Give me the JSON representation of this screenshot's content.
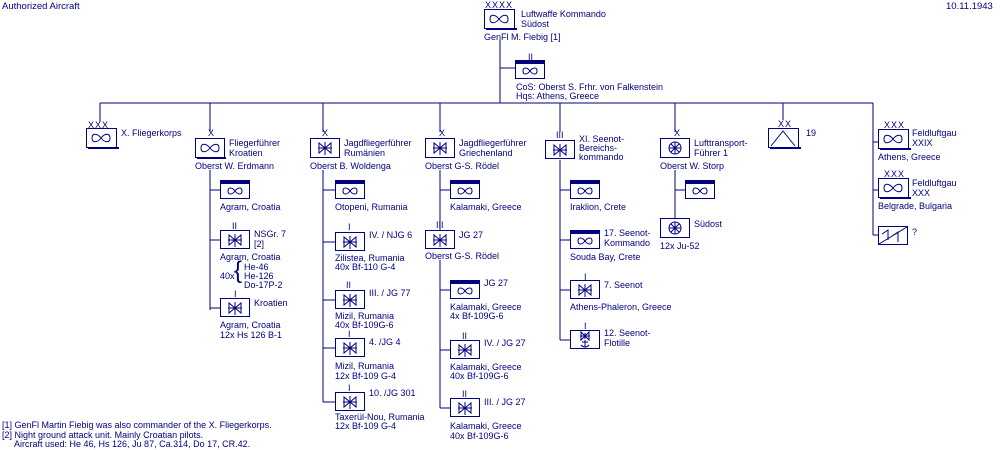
{
  "header": {
    "left": "Authorized Aircraft",
    "right": "10.11.1943"
  },
  "root": {
    "size": "XXXX",
    "name1": "Luftwaffe Kommando",
    "name2": "Südost",
    "cmd": "GenFl   M. Fiebig  [1]"
  },
  "staff": {
    "size": "II",
    "cos": "CoS:  Oberst  S. Frhr. von Falkenstein",
    "hqs": "Hqs:  Athens, Greece"
  },
  "x_fk": {
    "size": "XXX",
    "name": "X. Fliegerkorps"
  },
  "ffk": {
    "size": "X",
    "name1": "Fliegerführer",
    "name2": "Kroatien",
    "cmd": "Oberst  W. Erdmann",
    "u1": {
      "loc": "Agram, Croatia"
    },
    "u2": {
      "size": "II",
      "name1": "NSGr. 7",
      "name2": "[2]",
      "loc": "Agram, Croatia",
      "qty": "40x",
      "ac1": "He-46",
      "ac2": "He-126",
      "ac3": "Do-17P-2"
    },
    "u3": {
      "size": "I",
      "name": "Kroatien",
      "loc": "Agram, Croatia",
      "ac": "12x Hs 126 B-1"
    }
  },
  "jfr": {
    "size": "X",
    "name1": "Jagdfliegerführer",
    "name2": "Rumänien",
    "cmd": "Oberst B. Woldenga",
    "u1": {
      "loc": "Otopeni, Rumania"
    },
    "u2": {
      "size": "I",
      "name": "IV. / NJG 6",
      "loc": "Zilistea, Rumania",
      "ac": "40x  Bf-110 G-4"
    },
    "u3": {
      "size": "II",
      "name": "III. / JG 77",
      "loc": "Mizil, Rumania",
      "ac": "40x  Bf-109G-6"
    },
    "u4": {
      "size": "I",
      "name": "4. /JG 4",
      "loc": "Mizil, Rumania",
      "ac": "12x  Bf-109 G-4"
    },
    "u5": {
      "size": "I",
      "name": "10. /JG 301",
      "loc": "Taxerül-Nou, Rumania",
      "ac": "12x  Bf-109 G-4"
    }
  },
  "jfg": {
    "size": "X",
    "name1": "Jagdfliegerführer",
    "name2": "Griechenland",
    "cmd": "Oberst G-S. Rödel",
    "u1": {
      "loc": "Kalamaki, Greece"
    },
    "u2": {
      "size": "III",
      "name": "JG 27",
      "cmd": "Oberst G-S. Rödel"
    },
    "u3": {
      "name": "JG 27",
      "loc": "Kalamaki, Greece",
      "ac": "4x  Bf-109G-6"
    },
    "u4": {
      "size": "II",
      "name": "IV. / JG 27",
      "loc": "Kalamaki, Greece",
      "ac": "40x  Bf-109G-6"
    },
    "u5": {
      "size": "II",
      "name": "III. / JG 27",
      "loc": "Kalamaki, Greece",
      "ac": "40x  Bf-109G-6"
    }
  },
  "seenot": {
    "size": "III",
    "name1": "XI. Seenot-",
    "name2": "Bereichs-",
    "name3": "kommando",
    "u1": {
      "loc": "Iraklion, Crete"
    },
    "u2": {
      "name1": "17. Seenot-",
      "name2": "Kommando",
      "loc": "Souda Bay, Crete"
    },
    "u3": {
      "size": "I",
      "name": "7. Seenot",
      "loc": "Athens-Phaleron, Greece"
    },
    "u4": {
      "size": "I",
      "name1": "12. Seenot-",
      "name2": "Flotille"
    }
  },
  "ltf": {
    "size": "X",
    "name1": "Lufttransport-",
    "name2": "Führer 1",
    "cmd": "Oberst  W. Storp",
    "u2": {
      "name": "Südost",
      "ac": "12x  Ju-52"
    }
  },
  "flak": {
    "size": "XX",
    "name": "19"
  },
  "fg1": {
    "size": "XXX",
    "name1": "Feldluftgau",
    "name2": "XXIX",
    "loc": "Athens, Greece"
  },
  "fg2": {
    "size": "XXX",
    "name1": "Feldluftgau",
    "name2": "XXX",
    "loc": "Belgrade, Bulgaria"
  },
  "fg3": {
    "name": "?"
  },
  "footnotes": {
    "n1": "[1] GenFl  Martin Fiebig was also commander of the X. Fliegerkorps.",
    "n2": "[2]  Night ground attack unit.  Mainly Croatian pilots.",
    "n3": "Aircraft used: He 46, Hs 126, Ju 87, Ca.314, Do 17, CR.42."
  },
  "colors": {
    "ink": "#000080",
    "background": "#ffffff"
  }
}
